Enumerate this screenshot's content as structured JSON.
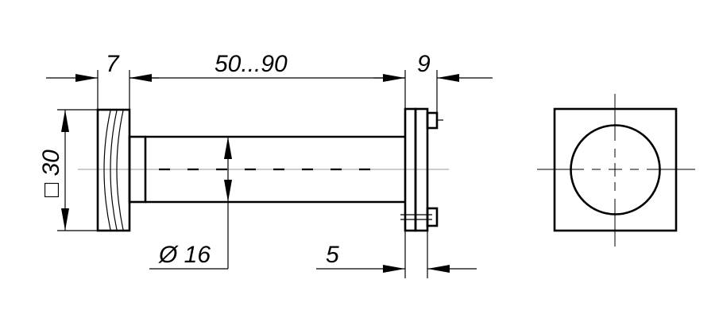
{
  "dimensions": {
    "front_thickness": "7",
    "length_range": "50...90",
    "back_plate_thickness": "9",
    "square_size": "□ 30",
    "diameter": "Ø 16",
    "gap": "5"
  }
}
